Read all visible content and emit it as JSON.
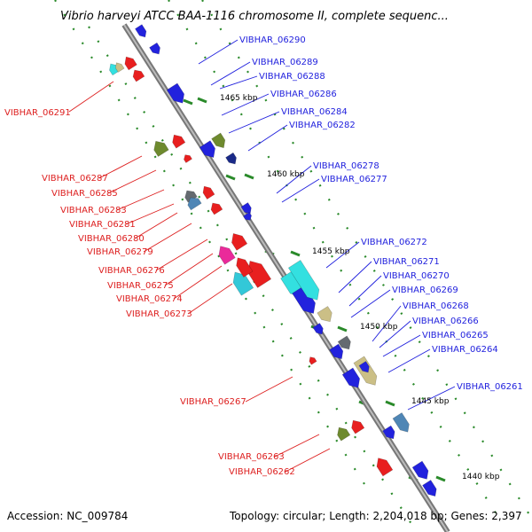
{
  "title": "Vibrio harveyi ATCC BAA-1116 chromosome II, complete sequenc...",
  "footer": {
    "accession": "Accession: NC_009784",
    "summary": "Topology: circular; Length: 2,204,018 bp; Genes: 2,397"
  },
  "colors": {
    "forward_label": "#1f1fdd",
    "reverse_label": "#dd1f1f",
    "backbone": "#888888",
    "tick_dash": "#2a8a2a"
  },
  "icons": {
    "forward_gene": "arrow-right-down-shape",
    "reverse_gene": "arrow-left-up-shape"
  },
  "scale_ticks": [
    "1465 kbp",
    "1460 kbp",
    "1455 kbp",
    "1450 kbp",
    "1445 kbp",
    "1440 kbp"
  ],
  "labels_right": [
    "VIBHAR_06290",
    "VIBHAR_06289",
    "VIBHAR_06288",
    "VIBHAR_06286",
    "VIBHAR_06284",
    "VIBHAR_06282",
    "VIBHAR_06278",
    "VIBHAR_06277",
    "VIBHAR_06272",
    "VIBHAR_06271",
    "VIBHAR_06270",
    "VIBHAR_06269",
    "VIBHAR_06268",
    "VIBHAR_06266",
    "VIBHAR_06265",
    "VIBHAR_06264",
    "VIBHAR_06261"
  ],
  "labels_left": [
    "VIBHAR_06291",
    "VIBHAR_06287",
    "VIBHAR_06285",
    "VIBHAR_06283",
    "VIBHAR_06281",
    "VIBHAR_06280",
    "VIBHAR_06279",
    "VIBHAR_06276",
    "VIBHAR_06275",
    "VIBHAR_06274",
    "VIBHAR_06273",
    "VIBHAR_06267",
    "VIBHAR_06263",
    "VIBHAR_06262"
  ],
  "genes": {
    "forward": [
      {
        "color": "#2222dd"
      },
      {
        "color": "#2222dd"
      },
      {
        "color": "#2222dd"
      },
      {
        "color": "#2222dd"
      },
      {
        "color": "#1a2a88"
      },
      {
        "color": "#6e8a2e"
      },
      {
        "color": "#2222dd"
      },
      {
        "color": "#2222dd"
      },
      {
        "color": "#33e0e0"
      },
      {
        "color": "#cbbf86"
      },
      {
        "color": "#2222dd"
      },
      {
        "color": "#2222dd"
      },
      {
        "color": "#33e0e0"
      },
      {
        "color": "#646a70"
      },
      {
        "color": "#2222dd"
      },
      {
        "color": "#2222dd"
      },
      {
        "color": "#cbbf86"
      },
      {
        "color": "#2222dd"
      },
      {
        "color": "#4f86b5"
      },
      {
        "color": "#2222dd"
      },
      {
        "color": "#2222dd"
      },
      {
        "color": "#2222dd"
      }
    ],
    "reverse": [
      {
        "color": "#33e0e0"
      },
      {
        "color": "#cbbf86"
      },
      {
        "color": "#e81f1f"
      },
      {
        "color": "#e81f1f"
      },
      {
        "color": "#6e8a2e"
      },
      {
        "color": "#e81f1f"
      },
      {
        "color": "#e81f1f"
      },
      {
        "color": "#646a70"
      },
      {
        "color": "#4f86b5"
      },
      {
        "color": "#e81f1f"
      },
      {
        "color": "#e81f1f"
      },
      {
        "color": "#e81f1f"
      },
      {
        "color": "#e81f1f"
      },
      {
        "color": "#ea2a9a"
      },
      {
        "color": "#33c8d8"
      },
      {
        "color": "#e81f1f"
      },
      {
        "color": "#e81f1f"
      },
      {
        "color": "#6e8a2e"
      },
      {
        "color": "#e81f1f"
      },
      {
        "color": "#e81f1f"
      }
    ]
  }
}
